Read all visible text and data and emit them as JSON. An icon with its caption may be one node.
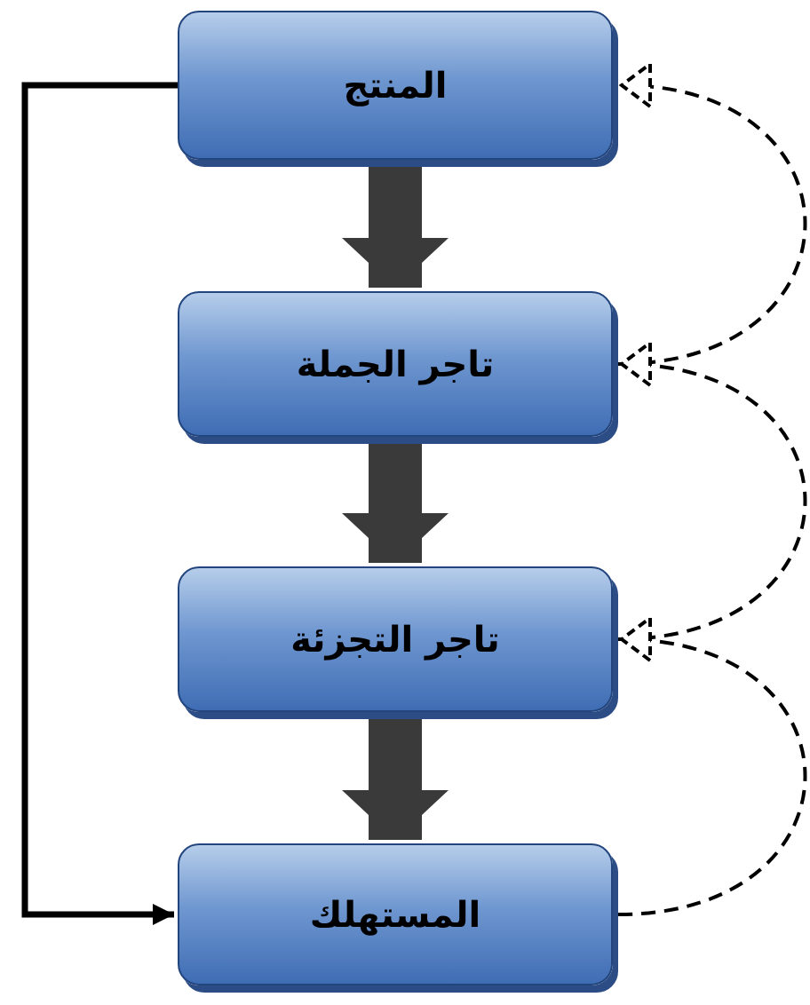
{
  "diagram": {
    "nodes": [
      {
        "text": [
          "المنتج"
        ]
      },
      {
        "text": [
          "تاجر الجملة"
        ]
      },
      {
        "text": [
          "تاجر التجزئة"
        ]
      },
      {
        "text": [
          "المستهلك"
        ]
      }
    ],
    "edges": [
      {
        "from": 0,
        "to": 1,
        "arrow": "to",
        "style": "thick"
      },
      {
        "from": 1,
        "to": 2,
        "arrow": "to",
        "style": "thick"
      },
      {
        "from": 2,
        "to": 3,
        "arrow": "to",
        "style": "thick"
      },
      {
        "from": 0,
        "to": 3,
        "arrow": "to"
      },
      {
        "from": 1,
        "to": 0,
        "arrow": "to",
        "style": "dashed"
      },
      {
        "from": 2,
        "to": 1,
        "arrow": "to",
        "style": "dashed"
      },
      {
        "from": 3,
        "to": 2,
        "arrow": "to",
        "style": "dashed"
      }
    ]
  }
}
